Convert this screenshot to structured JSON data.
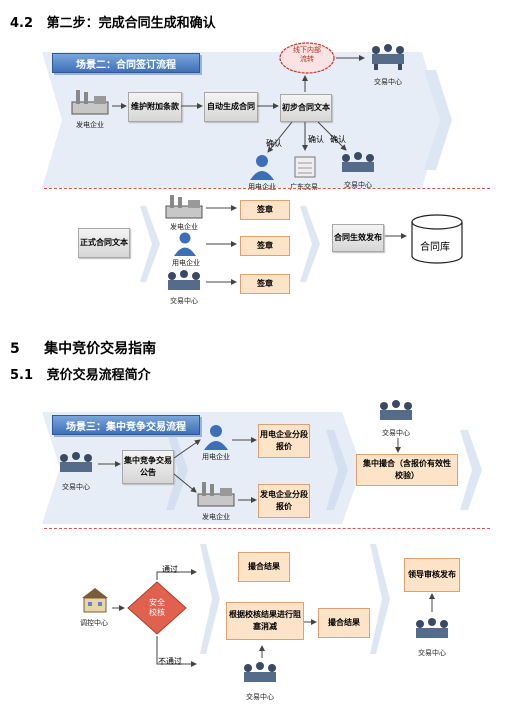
{
  "sec42": {
    "num": "4.2",
    "title": "第二步：完成合同生成和确认"
  },
  "scene2": {
    "banner": "场景二：合同签订流程",
    "cloud": "线下内部流转",
    "labels": {
      "gen1": "发电企业",
      "exch1": "交易中心",
      "user1": "用电企业",
      "grid1": "广东交易",
      "exch2": "交易中心"
    },
    "boxes": {
      "add_terms": "维护附加条款",
      "auto_gen": "自动生成合同",
      "init_contract": "初步合同文本"
    },
    "confirm": {
      "left": "确认",
      "mid": "确认",
      "right": "确认"
    }
  },
  "scene2b": {
    "formal_text": "正式合同文本",
    "labels": {
      "gen": "发电企业",
      "user": "用电企业",
      "exch": "交易中心"
    },
    "stamps": [
      "签章",
      "签章",
      "签章"
    ],
    "effective": "合同生效发布",
    "repo": "合同库"
  },
  "sec5": {
    "num": "5",
    "title": "集中竞价交易指南"
  },
  "sec51": {
    "num": "5.1",
    "title": "竞价交易流程简介"
  },
  "scene3": {
    "banner": "场景三：集中竞争交易流程",
    "labels": {
      "exch_left": "交易中心",
      "user": "用电企业",
      "gen": "发电企业",
      "exch_top": "交易中心"
    },
    "boxes": {
      "announce": "集中竞争交易公告",
      "user_quote": "用电企业分段报价",
      "gen_quote": "发电企业分段报价",
      "match": "集中撮合（含报价有效性校验）"
    }
  },
  "scene3b": {
    "dispatch": "调控中心",
    "safety": "安全校核",
    "pass": "通过",
    "fail": "不通过",
    "match_result1": "撮合结果",
    "reduce": "根据校核结果进行阻塞消减",
    "match_result2": "撮合结果",
    "exch_bottom": "交易中心",
    "leader": "领导审核发布",
    "exch_right": "交易中心"
  },
  "colors": {
    "banner": "#4f7fc4",
    "orange_box": "#fde3c8",
    "dash": "#d9534f",
    "chevron": "#dde7f3",
    "diamond": "#e0614e"
  }
}
